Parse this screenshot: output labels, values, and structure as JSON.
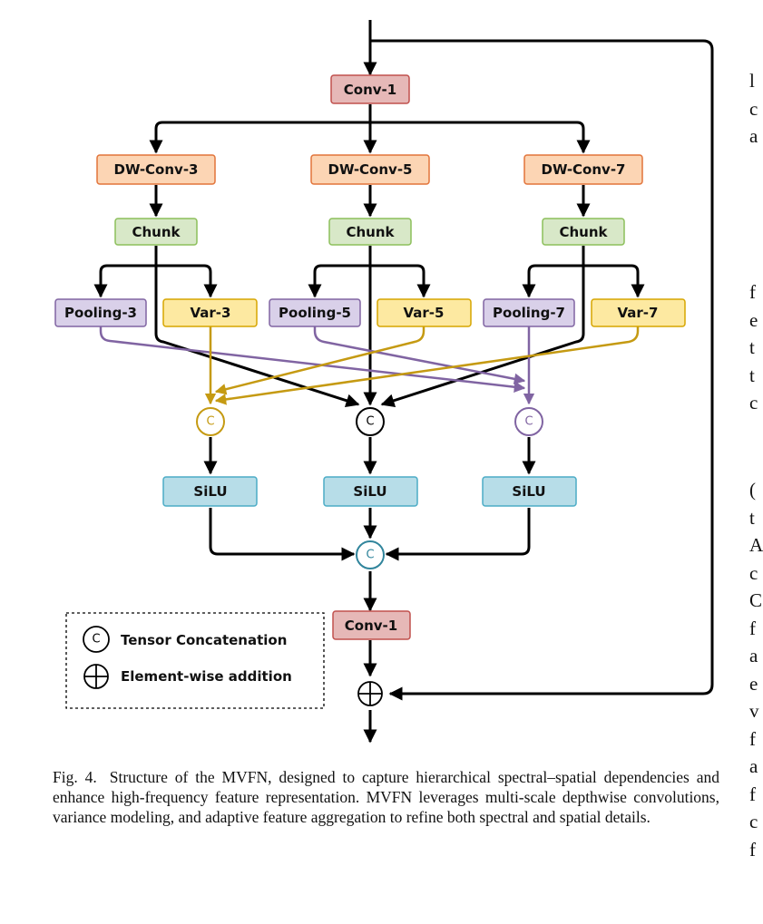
{
  "diagram": {
    "conv_top": "Conv-1",
    "dw": [
      "DW-Conv-3",
      "DW-Conv-5",
      "DW-Conv-7"
    ],
    "chunk": [
      "Chunk",
      "Chunk",
      "Chunk"
    ],
    "pooling": [
      "Pooling-3",
      "Pooling-5",
      "Pooling-7"
    ],
    "var": [
      "Var-3",
      "Var-5",
      "Var-7"
    ],
    "concat_symbol": "C",
    "silu": [
      "SiLU",
      "SiLU",
      "SiLU"
    ],
    "conv_bottom": "Conv-1",
    "legend": {
      "concat": "Tensor Concatenation",
      "add": "Element-wise addition"
    },
    "colors": {
      "conv": "#e6b8b7",
      "conv_border": "#c0504d",
      "dw": "#fcd5b4",
      "dw_border": "#e2743a",
      "chunk": "#d8e8c8",
      "chunk_border": "#8cbf5a",
      "pool": "#d9d0e9",
      "pool_border": "#8064a2",
      "var": "#fde9a1",
      "var_border": "#d6a500",
      "silu": "#b7dde8",
      "silu_border": "#4bacc6",
      "gold": "#c59a12",
      "purple": "#8064a2",
      "teal": "#31859c"
    }
  },
  "caption": {
    "label": "Fig. 4.",
    "text": "Structure of the MVFN, designed to capture hierarchical spectral–spatial dependencies and enhance high-frequency feature representation. MVFN leverages multi-scale depthwise convolutions, variance modeling, and adaptive feature aggregation to refine both spectral and spatial details."
  },
  "side_text": {
    "col1": [
      "l",
      "c",
      "a"
    ],
    "col2": [
      "f",
      "e",
      "t",
      "t",
      "c"
    ],
    "col3": [
      "(",
      "t",
      "A",
      "c",
      "C",
      "f",
      "a",
      "e",
      "v",
      "f",
      "a",
      "f",
      "c",
      "f"
    ]
  }
}
